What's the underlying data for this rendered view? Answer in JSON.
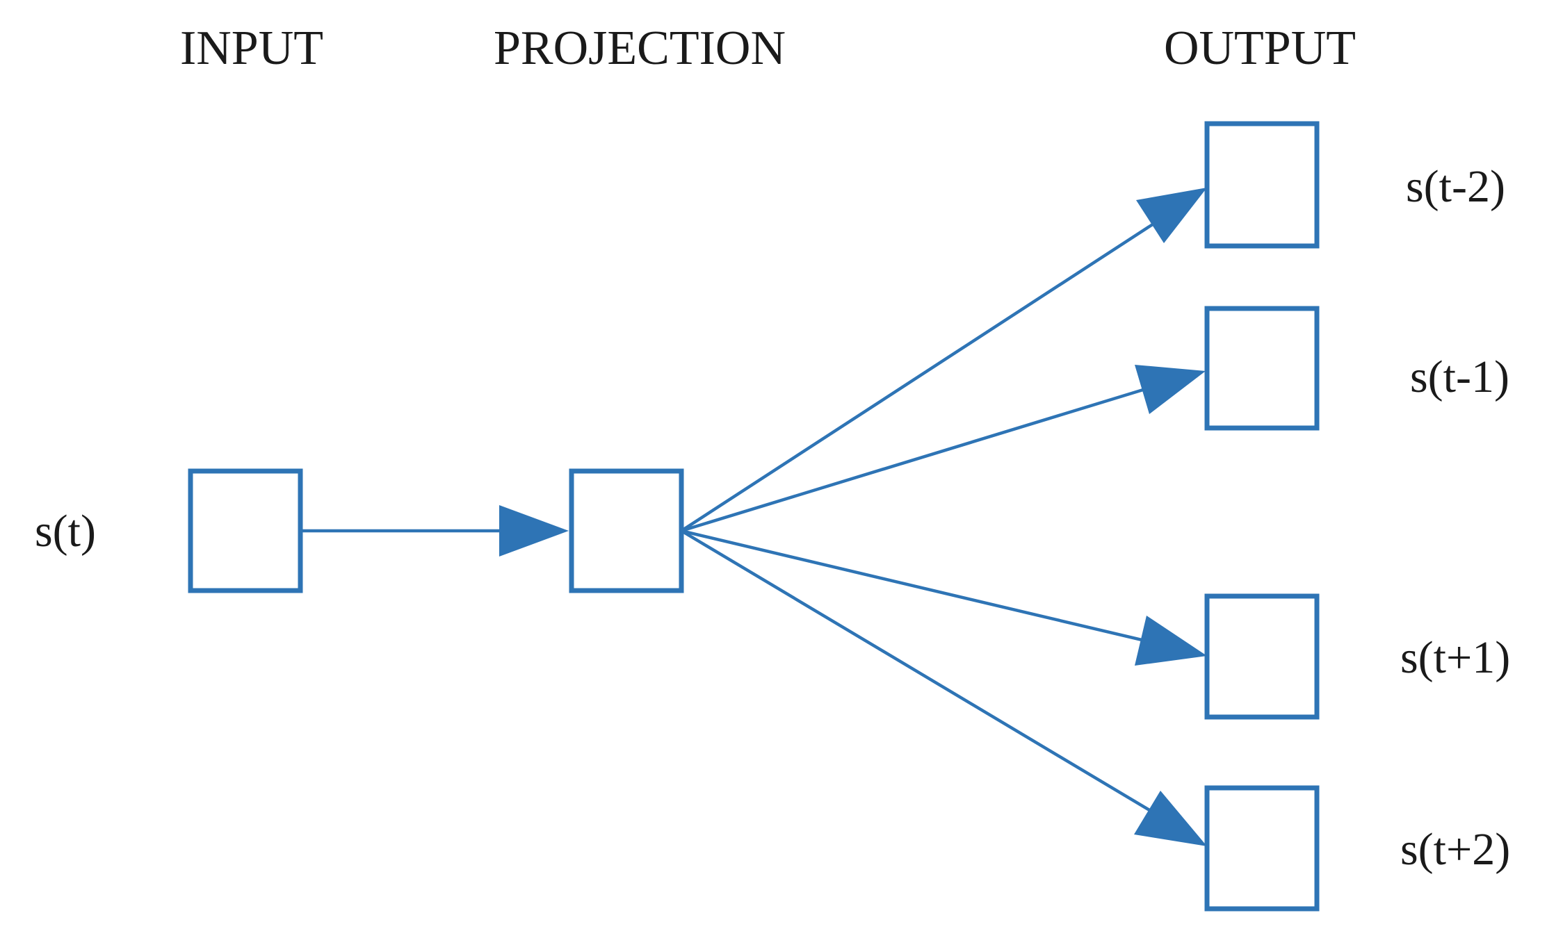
{
  "headers": {
    "input": "INPUT",
    "projection": "PROJECTION",
    "output": "OUTPUT"
  },
  "labels": {
    "input": "s(t)",
    "out_t_minus_2": "s(t-2)",
    "out_t_minus_1": "s(t-1)",
    "out_t_plus_1": "s(t+1)",
    "out_t_plus_2": "s(t+2)"
  },
  "colors": {
    "accent": "#2e74b5",
    "text": "#1a1a1a",
    "background": "#ffffff"
  }
}
